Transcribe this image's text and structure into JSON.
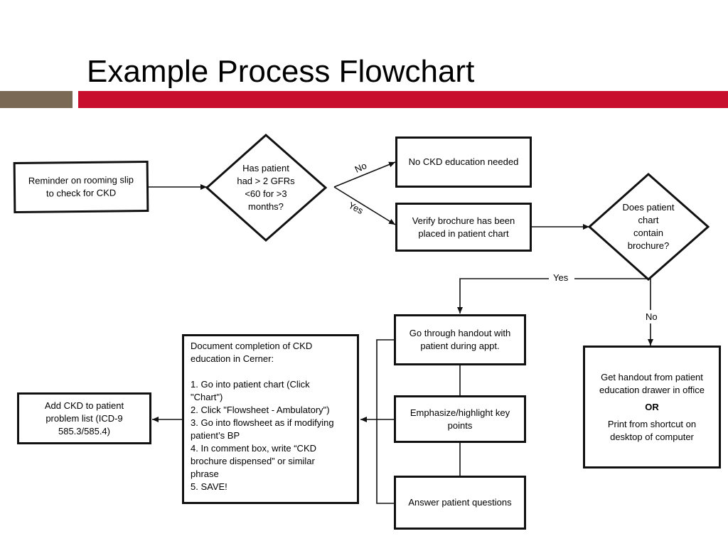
{
  "slide": {
    "title": "Example Process Flowchart",
    "accent_color": "#c8102e",
    "secondary_color": "#7a6a55"
  },
  "nodes": {
    "reminder": [
      "Reminder  on rooming slip",
      "to check for CKD"
    ],
    "gfr_decision": [
      "Has patient",
      "had > 2 GFRs",
      "<60 for >3",
      "months?"
    ],
    "no_education": [
      "No CKD education needed"
    ],
    "verify_brochure": [
      "Verify brochure has been",
      "placed in patient chart"
    ],
    "brochure_decision": [
      "Does patient",
      "chart",
      "contain",
      "brochure?"
    ],
    "handout": [
      "Go through handout with",
      "patient during appt."
    ],
    "emphasize": [
      "Emphasize/highlight key",
      "points"
    ],
    "answer_questions": [
      "Answer patient questions"
    ],
    "get_handout": {
      "line1": "Get handout from patient",
      "line2": "education drawer in office",
      "or": "OR",
      "line3": "Print from shortcut on",
      "line4": "desktop of computer"
    },
    "document": [
      "Document completion of CKD",
      "education in Cerner:",
      "",
      "1. Go into patient chart (Click",
      "\"Chart\")",
      "2. Click \"Flowsheet - Ambulatory\")",
      "3. Go into flowsheet as if modifying",
      "patient’s BP",
      "4. In comment box, write “CKD",
      "brochure dispensed” or similar",
      "phrase",
      "5. SAVE!"
    ],
    "add_ckd": [
      "Add CKD to patient",
      "problem list (ICD-9",
      "585.3/585.4)"
    ]
  },
  "edge_labels": {
    "no_top": "No",
    "yes_top": "Yes",
    "yes_brochure": "Yes",
    "no_brochure": "No"
  }
}
